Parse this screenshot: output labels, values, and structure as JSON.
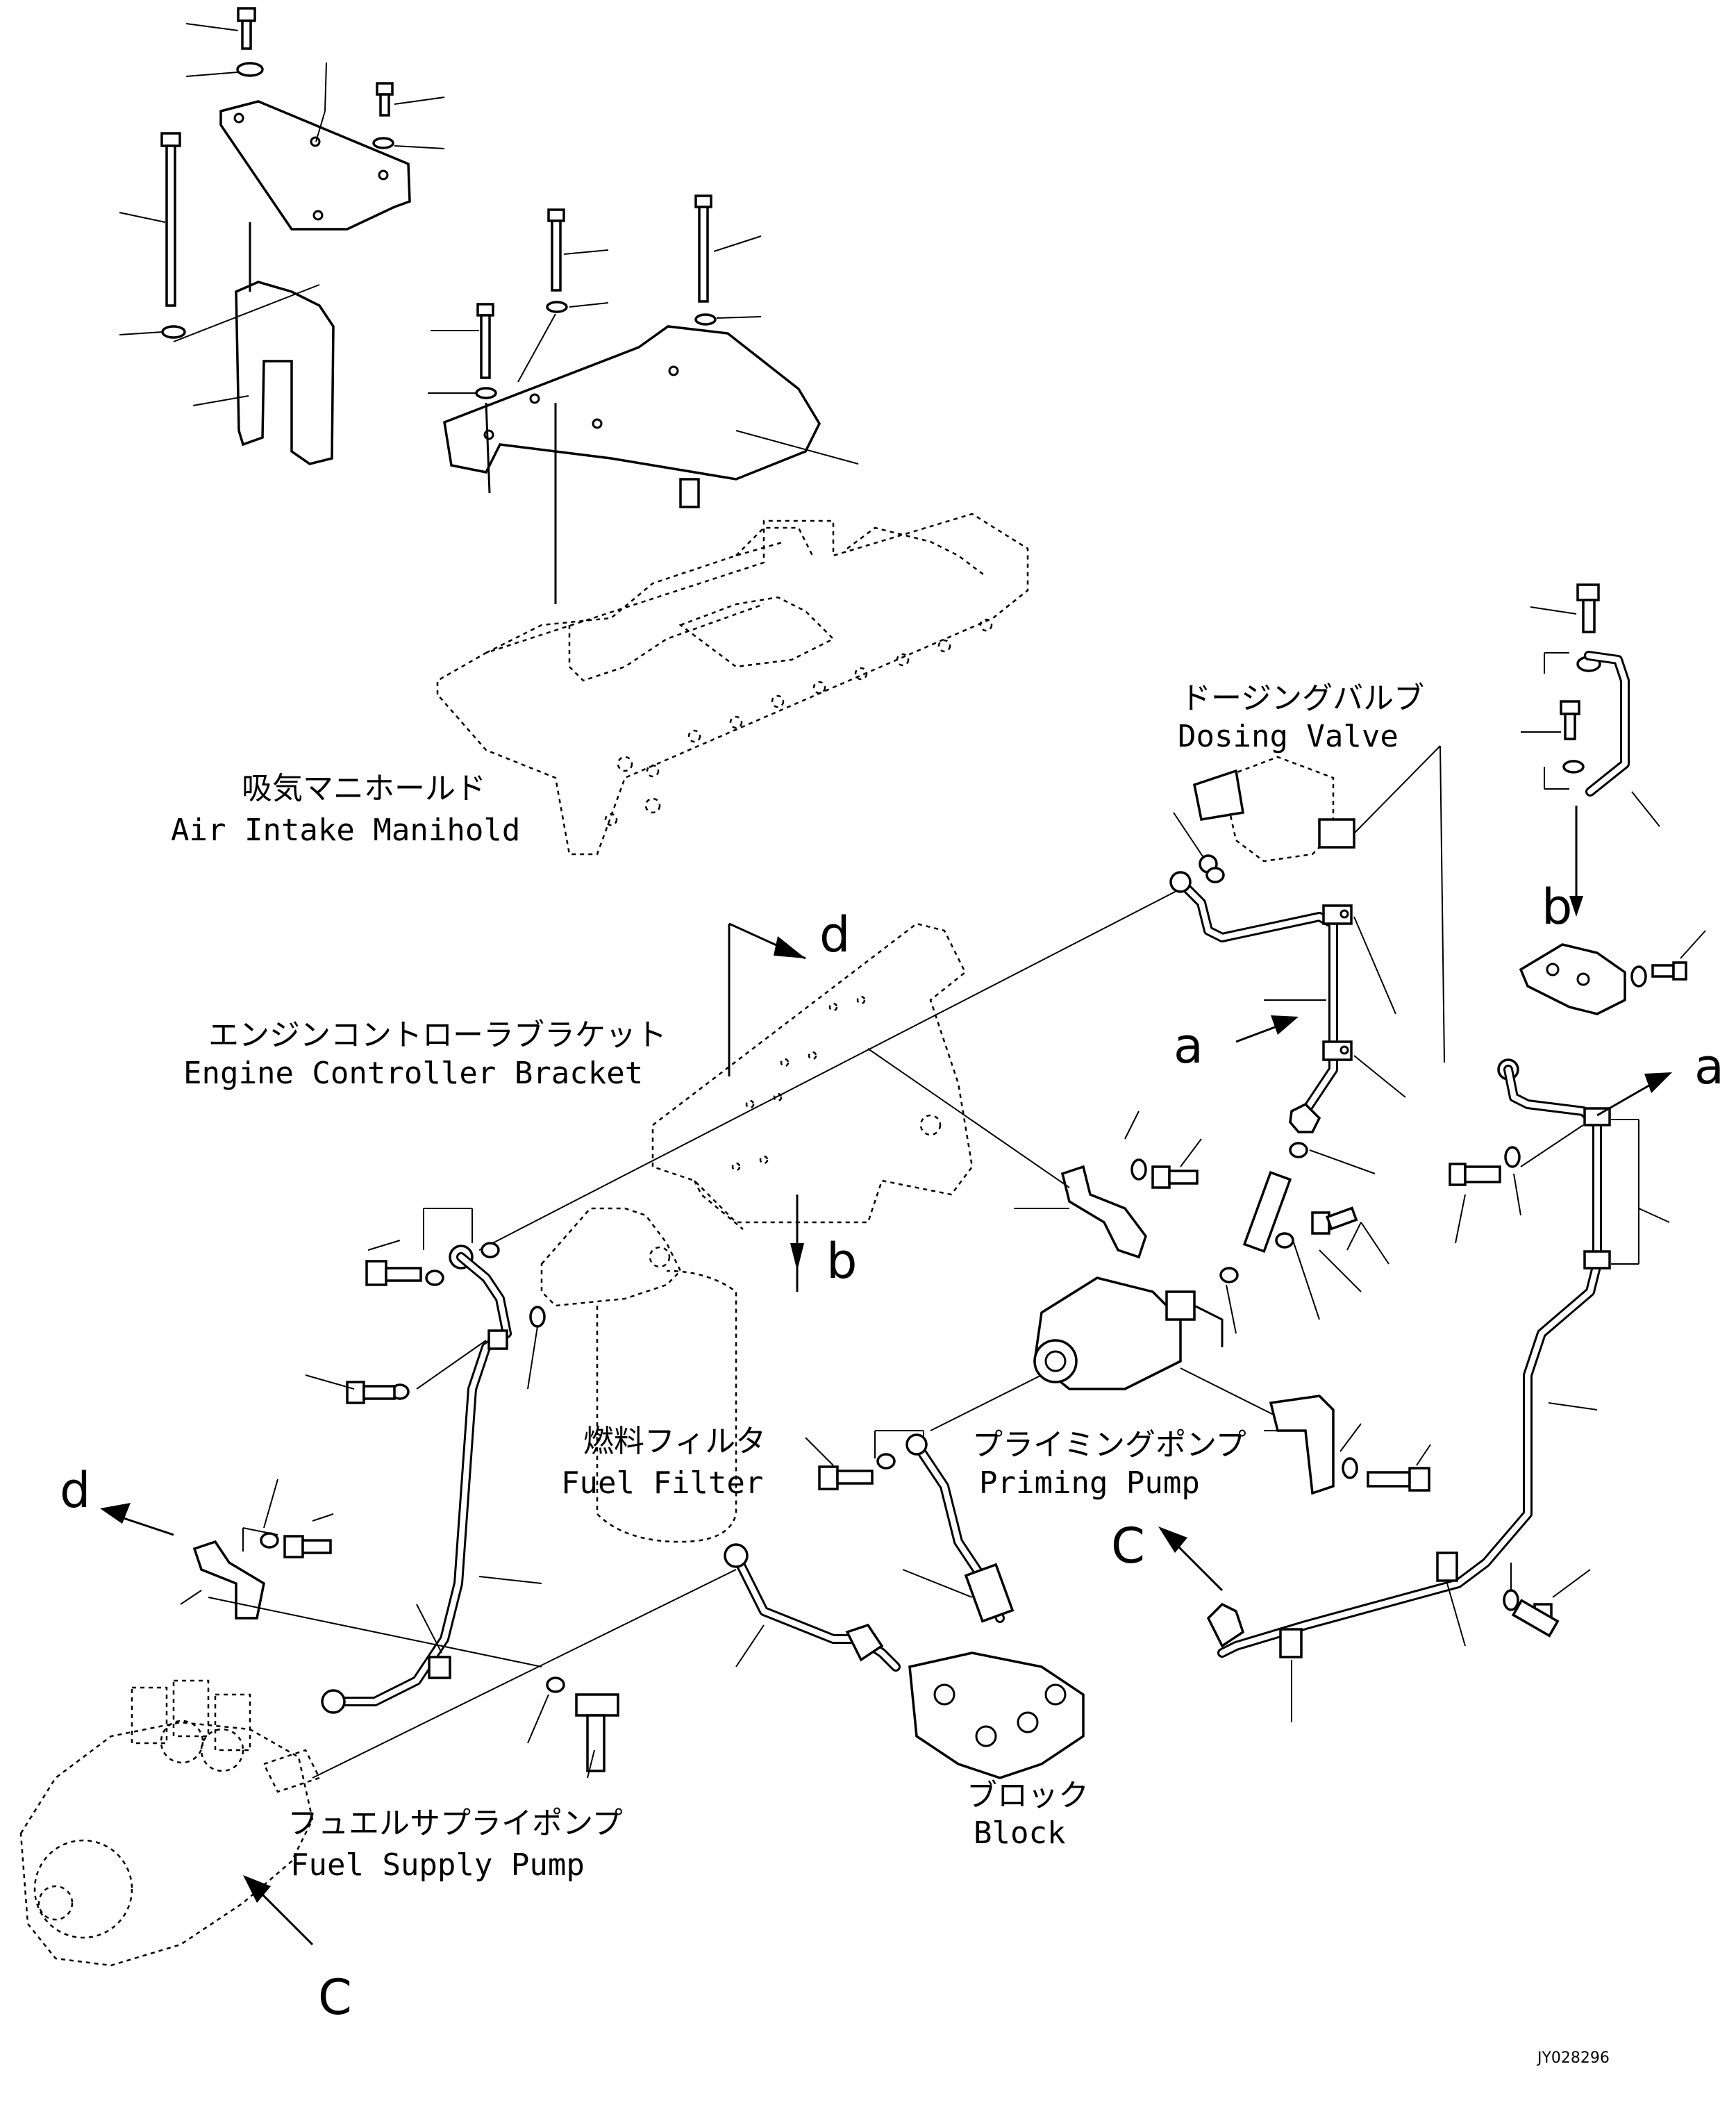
{
  "labels": {
    "air_intake_manifold_ja": "吸気マニホールド",
    "air_intake_manifold_en": "Air Intake Manihold",
    "dosing_valve_ja": "ドージングバルブ",
    "dosing_valve_en": "Dosing Valve",
    "engine_controller_bracket_ja": "エンジンコントローラブラケット",
    "engine_controller_bracket_en": "Engine Controller Bracket",
    "fuel_filter_ja": "燃料フィルタ",
    "fuel_filter_en": "Fuel Filter",
    "priming_pump_ja": "プライミングポンプ",
    "priming_pump_en": "Priming Pump",
    "block_ja": "ブロック",
    "block_en": "Block",
    "fuel_supply_pump_ja": "フュエルサプライポンプ",
    "fuel_supply_pump_en": "Fuel Supply Pump"
  },
  "view_markers": {
    "a1": "a",
    "a2": "a",
    "b1": "b",
    "b2": "b",
    "c1": "C",
    "c2": "C",
    "d1": "d",
    "d2": "d"
  },
  "drawing_code": "JY028296"
}
